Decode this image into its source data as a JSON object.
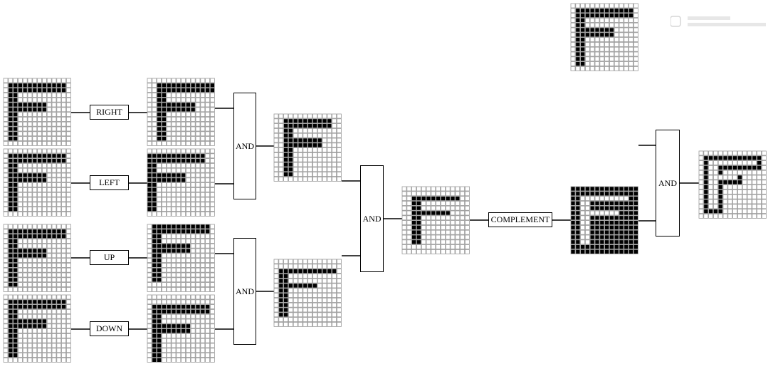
{
  "labels": {
    "right": "RIGHT",
    "left": "LEFT",
    "up": "UP",
    "down": "DOWN",
    "and": "AND",
    "complement": "COMPLEMENT"
  },
  "colors": {
    "on": "#000000",
    "off": "#ffffff",
    "grid": "#9a9a9a",
    "line": "#000000"
  },
  "patterns": {
    "original": [
      "00000000000000",
      "01111111111110",
      "01111111111110",
      "01100000000000",
      "01100000000000",
      "01111111100000",
      "01111111100000",
      "01100000000000",
      "01100000000000",
      "01100000000000",
      "01100000000000",
      "01100000000000",
      "01100000000000",
      "00000000000000"
    ],
    "shift_right": [
      "00000000000000",
      "00111111111111",
      "00111111111111",
      "00110000000000",
      "00110000000000",
      "00111111110000",
      "00111111110000",
      "00110000000000",
      "00110000000000",
      "00110000000000",
      "00110000000000",
      "00110000000000",
      "00110000000000",
      "00000000000000"
    ],
    "shift_left": [
      "00000000000000",
      "11111111111100",
      "11111111111100",
      "11000000000000",
      "11000000000000",
      "11111111000000",
      "11111111000000",
      "11000000000000",
      "11000000000000",
      "11000000000000",
      "11000000000000",
      "11000000000000",
      "11000000000000",
      "00000000000000"
    ],
    "shift_up": [
      "01111111111110",
      "01111111111110",
      "01100000000000",
      "01100000000000",
      "01111111100000",
      "01111111100000",
      "01100000000000",
      "01100000000000",
      "01100000000000",
      "01100000000000",
      "01100000000000",
      "01100000000000",
      "00000000000000",
      "00000000000000"
    ],
    "shift_down": [
      "00000000000000",
      "00000000000000",
      "01111111111110",
      "01111111111110",
      "01100000000000",
      "01100000000000",
      "01111111100000",
      "01111111100000",
      "01100000000000",
      "01100000000000",
      "01100000000000",
      "01100000000000",
      "01100000000000",
      "01100000000000"
    ],
    "and_rl": [
      "00000000000000",
      "00111111111100",
      "00111111111100",
      "00110000000000",
      "00110000000000",
      "00111111110000",
      "00111111110000",
      "00110000000000",
      "00110000000000",
      "00110000000000",
      "00110000000000",
      "00110000000000",
      "00110000000000",
      "00000000000000"
    ],
    "and_ud": [
      "00000000000000",
      "00000000000000",
      "01111111111110",
      "01100000000000",
      "01100000000000",
      "01111111100000",
      "01100000000000",
      "01100000000000",
      "01100000000000",
      "01100000000000",
      "01100000000000",
      "01100000000000",
      "00000000000000",
      "00000000000000"
    ],
    "erosion": [
      "00000000000000",
      "00000000000000",
      "00111111111100",
      "00110000000000",
      "00110000000000",
      "00111111110000",
      "00110000000000",
      "00110000000000",
      "00110000000000",
      "00110000000000",
      "00110000000000",
      "00110000000000",
      "00000000000000",
      "00000000000000"
    ],
    "complement": [
      "11111111111111",
      "11111111111111",
      "11000000000011",
      "11001111111111",
      "11001111111111",
      "11000000001111",
      "11001111111111",
      "11001111111111",
      "11001111111111",
      "11001111111111",
      "11001111111111",
      "11001111111111",
      "11111111111111",
      "11111111111111"
    ],
    "boundary": [
      "00000000000000",
      "01111111111110",
      "01000000000010",
      "01001111111110",
      "01001000000000",
      "01000000100000",
      "01001111100000",
      "01001000000000",
      "01001000000000",
      "01001000000000",
      "01001000000000",
      "01001000000000",
      "01111000000000",
      "00000000000000"
    ]
  }
}
